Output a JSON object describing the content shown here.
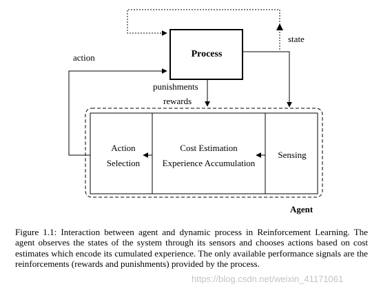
{
  "diagram": {
    "process_label": "Process",
    "state_label": "state",
    "action_label": "action",
    "punishments_label": "punishments",
    "rewards_label": "rewards",
    "action_selection": [
      "Action",
      "Selection"
    ],
    "cost_estimation": [
      "Cost Estimation",
      "Experience Accumulation"
    ],
    "sensing_label": "Sensing",
    "agent_label": "Agent"
  },
  "caption": {
    "text": "Figure 1.1: Interaction between agent and dynamic process in Reinforcement Learning. The agent observes the states of the system through its sensors and chooses actions based on cost estimates which encode its cumulated experience.  The only available performance signals are the reinforcements (rewards and punishments) provided by the process."
  },
  "watermark": "https://blog.csdn.net/weixin_41171061"
}
